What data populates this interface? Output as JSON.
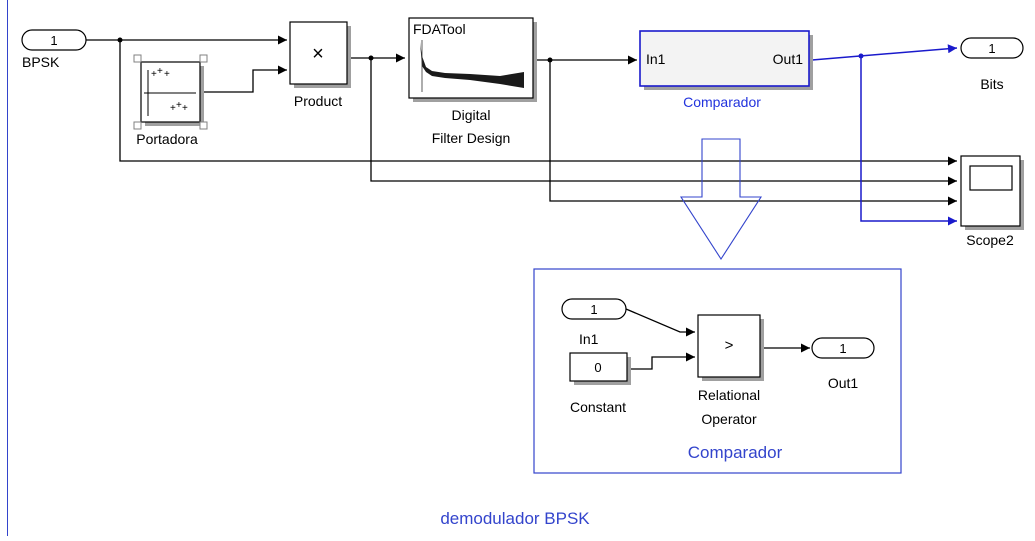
{
  "model": {
    "system_label": "demodulador BPSK"
  },
  "blocks": {
    "inport_bpsk": {
      "number": "1",
      "name": "BPSK"
    },
    "carrier": {
      "name": "Portadora"
    },
    "product": {
      "symbol": "×",
      "name": "Product"
    },
    "filter": {
      "header": "FDATool",
      "name_line1": "Digital",
      "name_line2": "Filter Design"
    },
    "comparador": {
      "in_port": "In1",
      "out_port": "Out1",
      "name": "Comparador"
    },
    "outport_bits": {
      "number": "1",
      "name": "Bits"
    },
    "scope": {
      "name": "Scope2"
    }
  },
  "subsystem": {
    "title": "Comparador",
    "inport": {
      "number": "1",
      "name": "In1"
    },
    "constant": {
      "value": "0",
      "name": "Constant"
    },
    "relational": {
      "symbol": ">",
      "name_line1": "Relational",
      "name_line2": "Operator"
    },
    "outport": {
      "number": "1",
      "name": "Out1"
    }
  },
  "colors": {
    "line_blue": "#1a1acc",
    "label_blue": "#2233dd",
    "frame_blue": "#3344cc"
  }
}
